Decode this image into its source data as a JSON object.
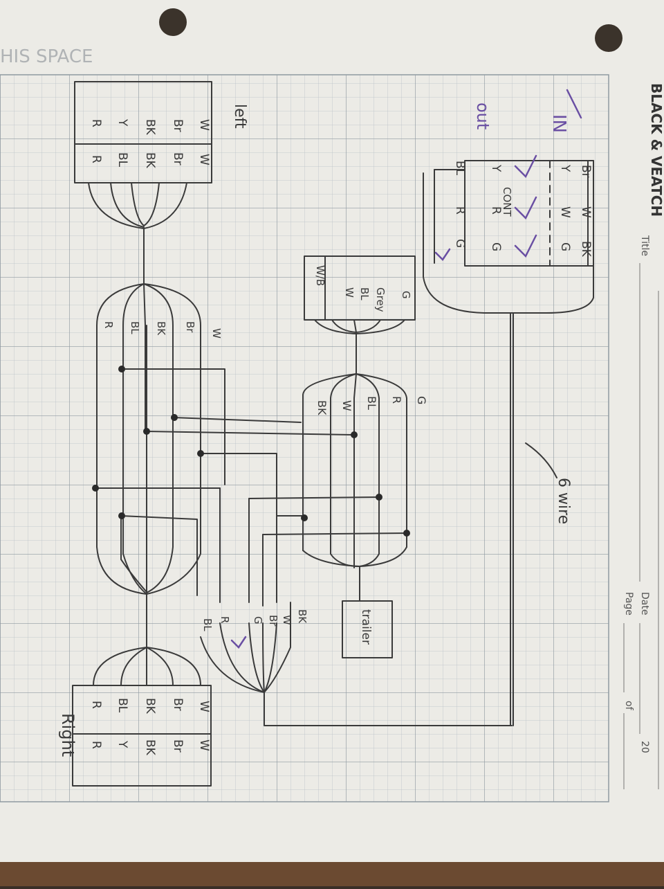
{
  "sheet": {
    "brand": "BLACK & VEATCH",
    "header_fragment": "HIS SPACE",
    "field_title": "Title",
    "field_date": "Date",
    "field_page": "Page",
    "field_of": "of",
    "year_prefix": "20"
  },
  "notes": {
    "in": "IN",
    "out": "out",
    "cont": "CONT",
    "six_wire": "6 wire",
    "left_label": "left",
    "right_label": "Right"
  },
  "connector_top": {
    "col1": [
      "Br",
      "Y",
      "Y",
      "BL"
    ],
    "col2": [
      "W",
      "W",
      "R",
      "R"
    ],
    "col3": [
      "BK",
      "G",
      "G",
      "G"
    ]
  },
  "connector_left": {
    "row_a": [
      "W",
      "Br",
      "BK",
      "Y",
      "R"
    ],
    "row_b": [
      "W",
      "Br",
      "BK",
      "BL",
      "R"
    ]
  },
  "connector_right": {
    "row_a": [
      "W",
      "Br",
      "BK",
      "BL",
      "R"
    ],
    "row_b": [
      "W",
      "Br",
      "BK",
      "Y",
      "R"
    ]
  },
  "trailer_plug": {
    "labels": [
      "G",
      "Grey",
      "BL",
      "W",
      "W/B"
    ]
  },
  "trailer_split": {
    "labels": [
      "BK",
      "W",
      "BL",
      "R",
      "G"
    ]
  },
  "left_branch": {
    "labels": [
      "W",
      "Br",
      "BK",
      "BL",
      "R"
    ]
  },
  "bottom_fan": {
    "labels": [
      "BK",
      "W",
      "Br",
      "G",
      "R",
      "BL"
    ]
  },
  "trailer_box": {
    "label": "trailer"
  }
}
